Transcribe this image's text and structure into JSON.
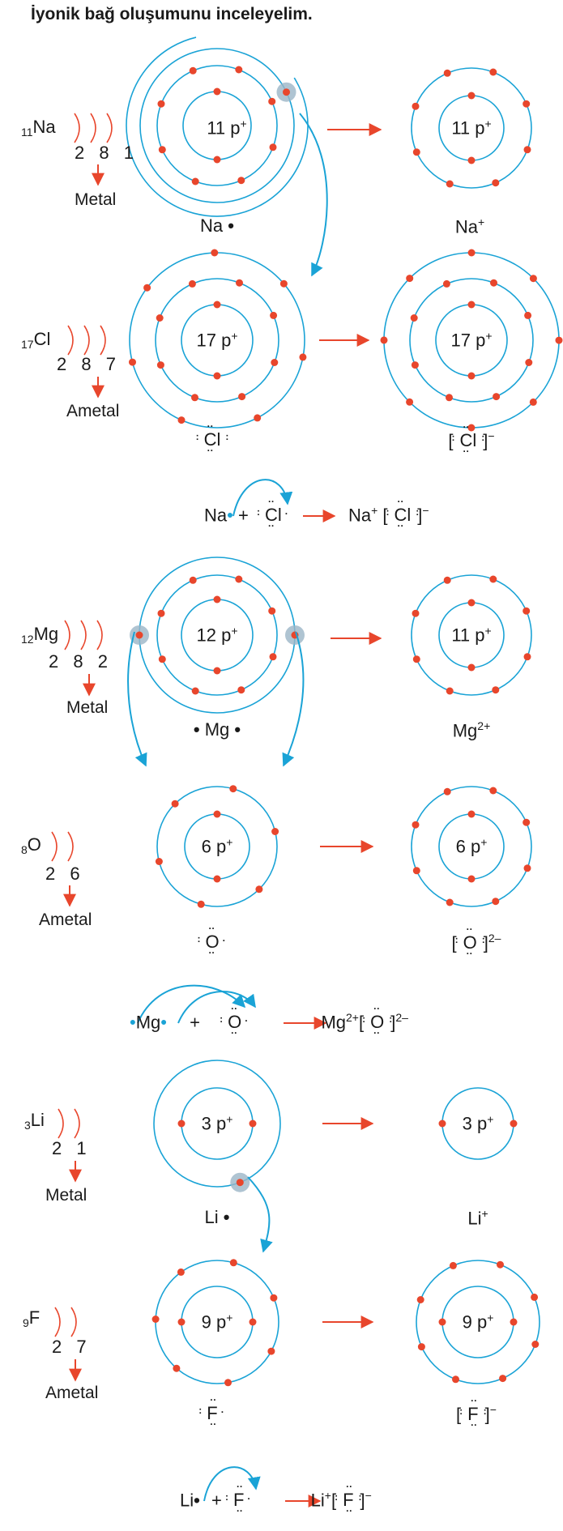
{
  "title": "İyonik bağ oluşumunu inceleyelim.",
  "colors": {
    "orbit": "#1aa3d6",
    "electron": "#e8462c",
    "arrow": "#e8462c",
    "highlight": "#9bb5c7"
  },
  "na": {
    "symbol": "Na",
    "number": "11",
    "shells": "2 8 1",
    "kind": "Metal",
    "nucleus_left": "11 p",
    "nucleus_right": "11 p",
    "atom": "Na",
    "ion": "Na",
    "ion_charge": "+"
  },
  "cl": {
    "symbol": "Cl",
    "number": "17",
    "shells": "2 8 7",
    "kind": "Ametal",
    "nucleus_left": "17 p",
    "nucleus_right": "17 p",
    "atom": "Cl",
    "ion": "Cl",
    "ion_charge": "−"
  },
  "eq1": {
    "a": "Na",
    "plus": "+",
    "b": "Cl",
    "product_a": "Na",
    "product_a_charge": "+",
    "product_b": "Cl",
    "product_b_charge": "−"
  },
  "mg": {
    "symbol": "Mg",
    "number": "12",
    "shells": "2 8 2",
    "kind": "Metal",
    "nucleus_left": "12 p",
    "nucleus_right": "11 p",
    "atom": "Mg",
    "ion": "Mg",
    "ion_charge": "2+"
  },
  "o": {
    "symbol": "O",
    "number": "8",
    "shells": "2 6",
    "kind": "Ametal",
    "nucleus_left": "6 p",
    "nucleus_right": "6 p",
    "atom": "O",
    "ion": "O",
    "ion_charge": "2–"
  },
  "eq2": {
    "a": "Mg",
    "plus": "+",
    "b": "O",
    "product_a": "Mg",
    "product_a_charge": "2+",
    "product_b": "O",
    "product_b_charge": "2–"
  },
  "li": {
    "symbol": "Li",
    "number": "3",
    "shells": "2 1",
    "kind": "Metal",
    "nucleus_left": "3 p",
    "nucleus_right": "3 p",
    "atom": "Li",
    "ion": "Li",
    "ion_charge": "+"
  },
  "f": {
    "symbol": "F",
    "number": "9",
    "shells": "2 7",
    "kind": "Ametal",
    "nucleus_left": "9 p",
    "nucleus_right": "9 p",
    "atom": "F",
    "ion": "F",
    "ion_charge": "−"
  },
  "eq3": {
    "a": "Li",
    "plus": "+",
    "b": "F",
    "product_a": "Li",
    "product_a_charge": "+",
    "product_b": "F",
    "product_b_charge": "−"
  },
  "proton_sign": "+"
}
